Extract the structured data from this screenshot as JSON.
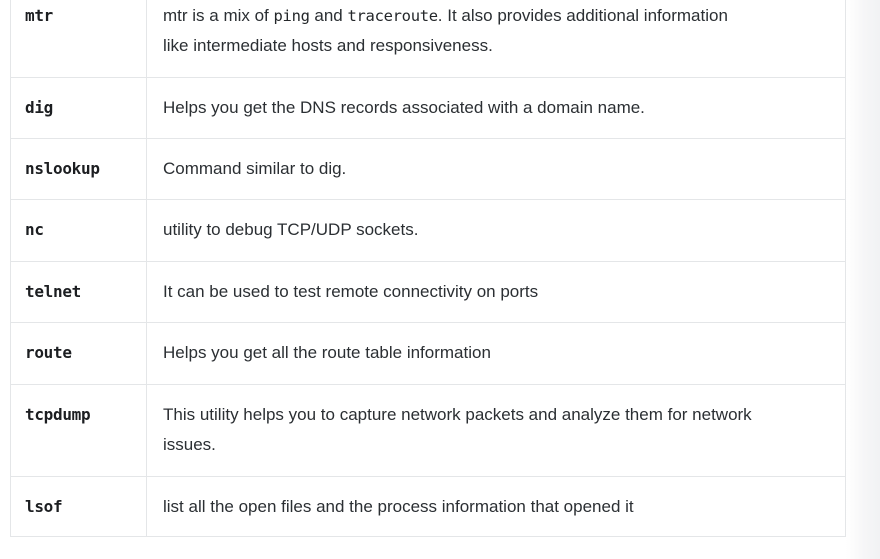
{
  "table": {
    "rows": [
      {
        "command": "mtr",
        "desc_parts": [
          {
            "text": "mtr is a mix of "
          },
          {
            "code": "ping"
          },
          {
            "text": " and "
          },
          {
            "code": "traceroute"
          },
          {
            "text": ". It also provides additional information like intermediate hosts and responsiveness."
          }
        ]
      },
      {
        "command": "dig",
        "desc_parts": [
          {
            "text": "Helps you get the DNS records associated with a domain name."
          }
        ]
      },
      {
        "command": "nslookup",
        "desc_parts": [
          {
            "text": "Command similar to dig."
          }
        ]
      },
      {
        "command": "nc",
        "desc_parts": [
          {
            "text": "utility to debug TCP/UDP sockets."
          }
        ]
      },
      {
        "command": "telnet",
        "desc_parts": [
          {
            "text": "It can be used to test remote connectivity on ports"
          }
        ]
      },
      {
        "command": "route",
        "desc_parts": [
          {
            "text": "Helps you get all the route table information"
          }
        ]
      },
      {
        "command": "tcpdump",
        "desc_parts": [
          {
            "text": "This utility helps you to capture network packets and analyze them for network issues."
          }
        ]
      },
      {
        "command": "lsof",
        "desc_parts": [
          {
            "text": "list all the open files and the process information that opened it"
          }
        ]
      }
    ]
  },
  "colors": {
    "table_border": "#e4e6e8",
    "body_text": "#2b2f33",
    "command_text": "#1c1e21",
    "page_background": "#ffffff",
    "right_strip_gray": "#f1f2f4"
  }
}
